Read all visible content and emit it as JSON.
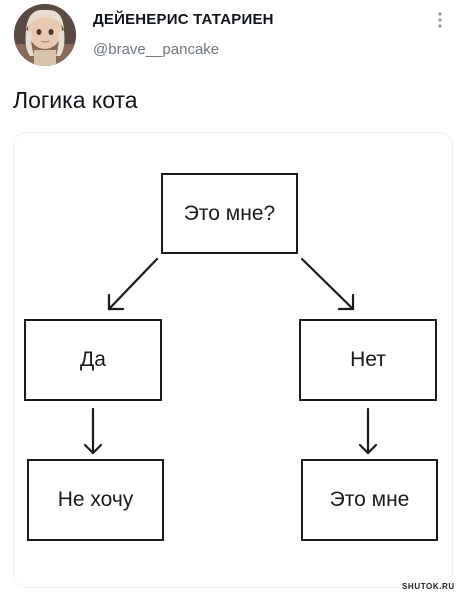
{
  "tweet": {
    "author": {
      "display_name": "ДЕЙЕНЕРИС ТАТАРИЕН",
      "handle": "@brave__pancake"
    },
    "menu_icon": "more-vertical-icon",
    "text": "Логика кота"
  },
  "flowchart": {
    "root": "Это мне?",
    "left_branch": "Да",
    "left_result": "Не хочу",
    "right_branch": "Нет",
    "right_result": "Это мне"
  },
  "watermark": "SHUTOK.RU"
}
